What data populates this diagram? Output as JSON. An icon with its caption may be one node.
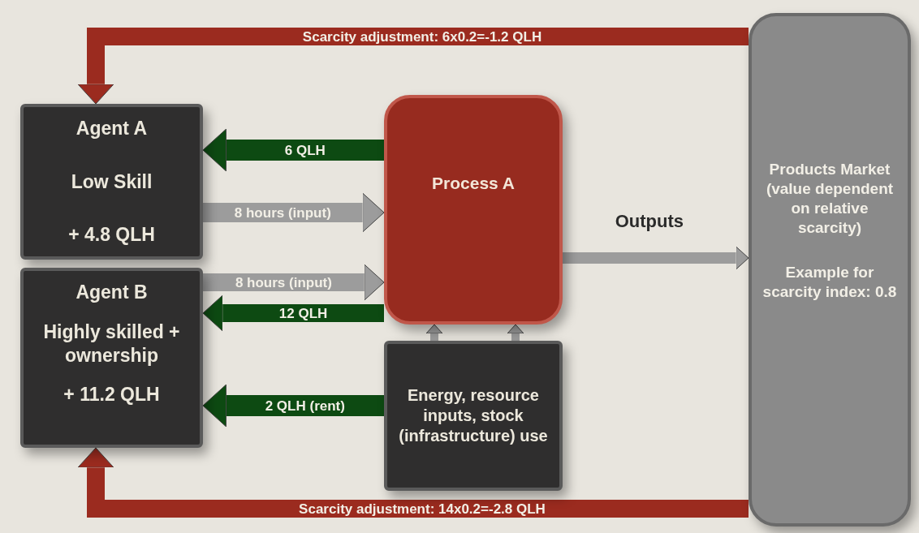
{
  "diagram": {
    "nodes": [
      {
        "text": [
          "Agent A",
          "Low Skill",
          "+ 4.8 QLH"
        ]
      },
      {
        "text": [
          "Agent B",
          "Highly skilled + ownership",
          "+ 11.2 QLH"
        ]
      },
      {
        "text": [
          "Process A"
        ]
      },
      {
        "text": [
          "Energy, resource inputs, stock (infrastructure) use"
        ]
      },
      {
        "text": [
          "Products Market (value dependent on relative scarcity)",
          "Example for scarcity index: 0.8"
        ]
      }
    ],
    "edges": [
      {
        "from": 2,
        "to": 0,
        "arrow": "to",
        "label": "6 QLH",
        "color": "#0d4a12"
      },
      {
        "from": 0,
        "to": 2,
        "arrow": "to",
        "label": "8 hours (input)"
      },
      {
        "from": 1,
        "to": 2,
        "arrow": "to",
        "label": "8 hours (input)"
      },
      {
        "from": 2,
        "to": 1,
        "arrow": "to",
        "label": "12 QLH",
        "color": "#0d4a12"
      },
      {
        "from": 3,
        "to": 1,
        "arrow": "to",
        "label": "2 QLH (rent)",
        "color": "#0d4a12"
      },
      {
        "from": 3,
        "to": 2,
        "arrow": "to"
      },
      {
        "from": 3,
        "to": 2,
        "arrow": "to"
      },
      {
        "from": 2,
        "to": 4,
        "arrow": "to",
        "label": "Outputs"
      },
      {
        "from": 4,
        "to": 0,
        "arrow": "to",
        "label": "Scarcity adjustment: 6x0.2=-1.2 QLH",
        "color": "#9b2b1f"
      },
      {
        "from": 4,
        "to": 1,
        "arrow": "to",
        "label": "Scarcity adjustment: 14x0.2=-2.8 QLH",
        "color": "#9b2b1f"
      }
    ]
  }
}
